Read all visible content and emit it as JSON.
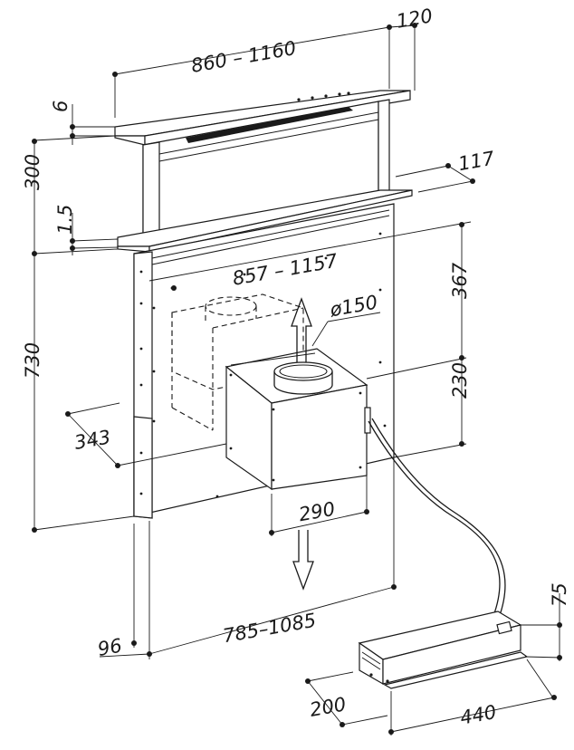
{
  "dimensions": {
    "width_range": "860 – 1160",
    "depth_top": "120",
    "thickness_top": "6",
    "lift_height": "300",
    "thickness_frame": "1.5",
    "frame_width_range": "857 – 1157",
    "side_depth": "117",
    "duct_diameter": "ø150",
    "upper_height": "367",
    "motor_height": "230",
    "total_height": "730",
    "motor_offset": "343",
    "motor_width": "290",
    "cabinet_width_range": "785–1085",
    "bottom_offset": "96",
    "box_height": "75",
    "box_depth": "200",
    "box_width": "440"
  }
}
